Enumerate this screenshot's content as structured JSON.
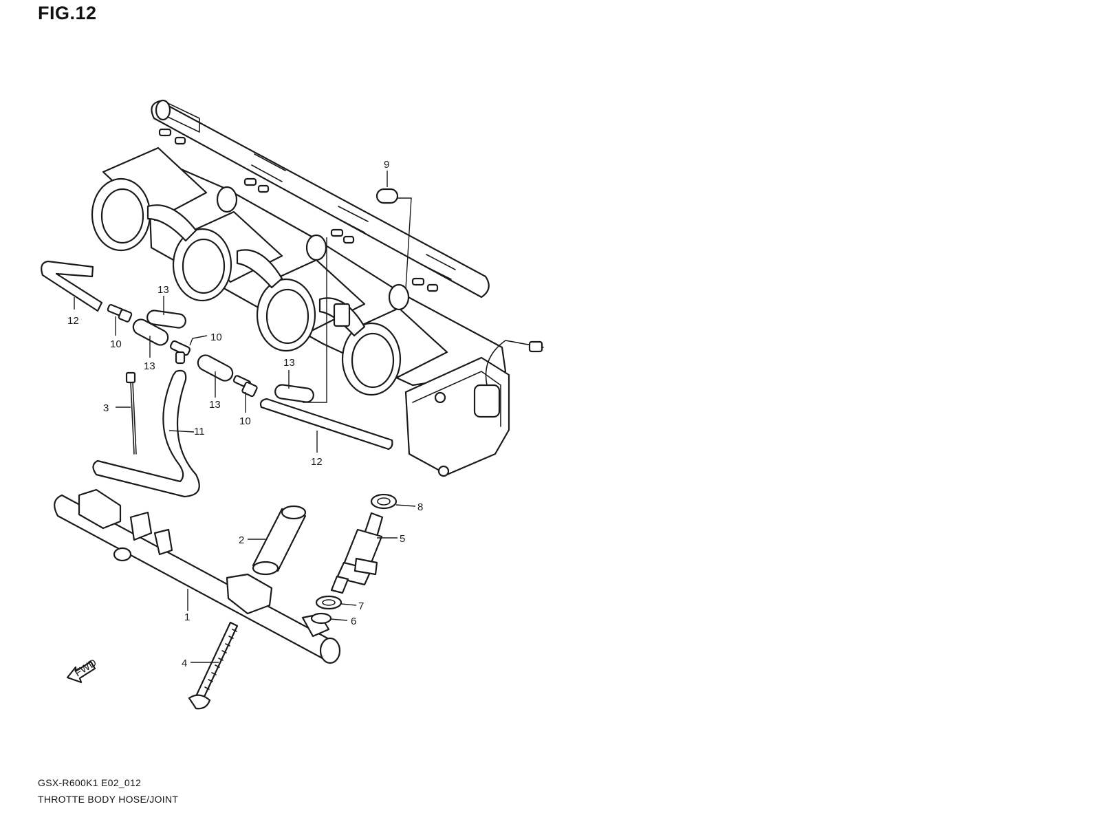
{
  "figure": {
    "title": "FIG.12",
    "model_code": "GSX-R600K1 E02_012",
    "caption": "THROTTE BODY HOSE/JOINT"
  },
  "forward_arrow": {
    "label": "FWD"
  },
  "callouts": [
    {
      "id": "1",
      "label": "1"
    },
    {
      "id": "2",
      "label": "2"
    },
    {
      "id": "3",
      "label": "3"
    },
    {
      "id": "4",
      "label": "4"
    },
    {
      "id": "5",
      "label": "5"
    },
    {
      "id": "6",
      "label": "6"
    },
    {
      "id": "7",
      "label": "7"
    },
    {
      "id": "8",
      "label": "8"
    },
    {
      "id": "9",
      "label": "9"
    },
    {
      "id": "10a",
      "label": "10"
    },
    {
      "id": "10b",
      "label": "10"
    },
    {
      "id": "10c",
      "label": "10"
    },
    {
      "id": "11",
      "label": "11"
    },
    {
      "id": "12a",
      "label": "12"
    },
    {
      "id": "12b",
      "label": "12"
    },
    {
      "id": "13a",
      "label": "13"
    },
    {
      "id": "13b",
      "label": "13"
    },
    {
      "id": "13c",
      "label": "13"
    },
    {
      "id": "13d",
      "label": "13"
    }
  ]
}
